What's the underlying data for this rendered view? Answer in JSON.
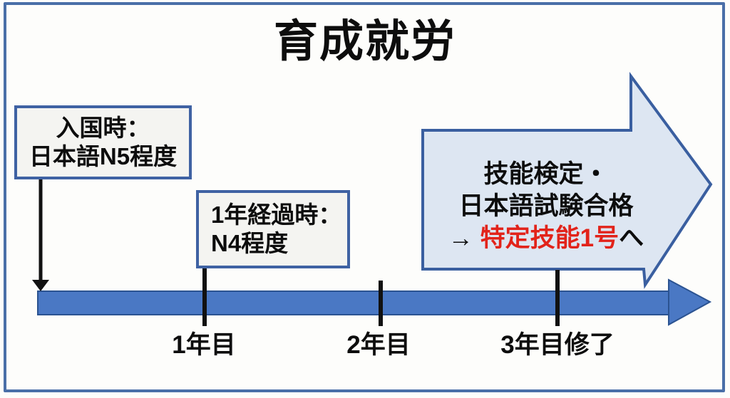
{
  "title": "育成就労",
  "colors": {
    "frame_blue": "#4a6fa8",
    "box_border": "#3f62a3",
    "box_fill": "#f4f4f1",
    "timeline_blue": "#4a78c4",
    "timeline_edge": "#2b5391",
    "big_arrow_fill": "#dde6f2",
    "big_arrow_stroke": "#3a5fa0",
    "accent_red": "#e2231a",
    "connector_black": "#111111"
  },
  "boxes": {
    "entry": {
      "line1": "入国時：",
      "line2": "日本語N5程度"
    },
    "year1": {
      "line1": "1年経過時：",
      "line2": "N4程度"
    }
  },
  "big_arrow": {
    "line1": "技能検定・",
    "line2": "日本語試験合格",
    "line3_prefix": "→ ",
    "line3_red": "特定技能1号",
    "line3_suffix": "へ"
  },
  "timeline": {
    "labels": [
      {
        "text": "1年目"
      },
      {
        "text": "2年目"
      },
      {
        "text": "3年目修了"
      }
    ]
  }
}
